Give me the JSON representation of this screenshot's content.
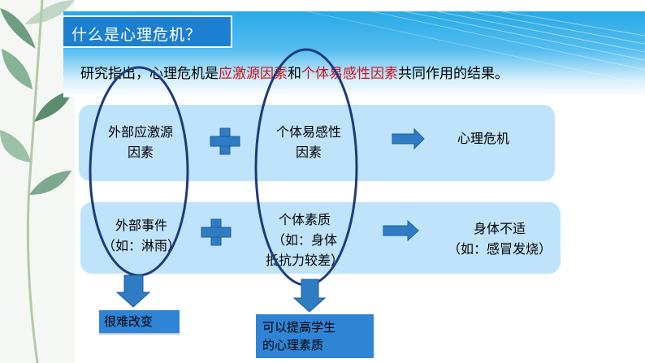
{
  "slide": {
    "title": "什么是心理危机？",
    "intro": {
      "prefix": "研究指出，心理危机是",
      "highlight1": "应激源因素",
      "middle": "和",
      "highlight2": "个体易感性因素",
      "suffix": "共同作用的结果。"
    },
    "row1": {
      "left_line1": "外部应激源",
      "left_line2": "因素",
      "middle_line1": "个体易感性",
      "middle_line2": "因素",
      "result": "心理危机"
    },
    "row2": {
      "left_line1": "外部事件",
      "left_line2": "（如：淋雨）",
      "middle_line1": "个体素质",
      "middle_line2": "（如：身体",
      "middle_line3": "抵抗力较差）",
      "result_line1": "身体不适",
      "result_line2": "（如：感冒发烧）"
    },
    "notes": {
      "left": "很难改变",
      "right_line1": "可以提高学生",
      "right_line2": "的心理素质"
    }
  },
  "colors": {
    "banner": "#27a9e5",
    "title_box": "#1d7fd0",
    "highlight": "#d0111b",
    "row_bg": "#bfe3fb",
    "shapes": "#2f7cc4",
    "ellipse": "#1f3b7a",
    "note_box": "#2f84d6"
  }
}
